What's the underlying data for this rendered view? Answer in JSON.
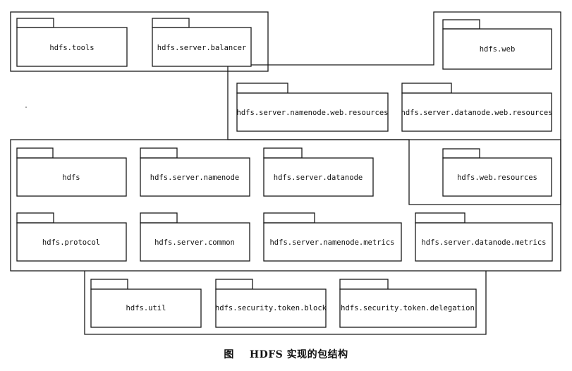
{
  "diagram": {
    "packages": [
      {
        "id": "tools",
        "label": "hdfs.tools"
      },
      {
        "id": "balancer",
        "label": "hdfs.server.balancer"
      },
      {
        "id": "web",
        "label": "hdfs.web"
      },
      {
        "id": "nn-web-res",
        "label": "hdfs.server.namenode.web.resources"
      },
      {
        "id": "dn-web-res",
        "label": "hdfs.server.datanode.web.resources"
      },
      {
        "id": "web-res",
        "label": "hdfs.web.resources"
      },
      {
        "id": "hdfs",
        "label": "hdfs"
      },
      {
        "id": "namenode",
        "label": "hdfs.server.namenode"
      },
      {
        "id": "datanode",
        "label": "hdfs.server.datanode"
      },
      {
        "id": "protocol",
        "label": "hdfs.protocol"
      },
      {
        "id": "common",
        "label": "hdfs.server.common"
      },
      {
        "id": "nn-metrics",
        "label": "hdfs.server.namenode.metrics"
      },
      {
        "id": "dn-metrics",
        "label": "hdfs.server.datanode.metrics"
      },
      {
        "id": "util",
        "label": "hdfs.util"
      },
      {
        "id": "token-block",
        "label": "hdfs.security.token.block"
      },
      {
        "id": "token-delegation",
        "label": "hdfs.security.token.delegation"
      }
    ]
  },
  "caption": {
    "figure_mark": "图",
    "title": "HDFS 实现的包结构"
  }
}
